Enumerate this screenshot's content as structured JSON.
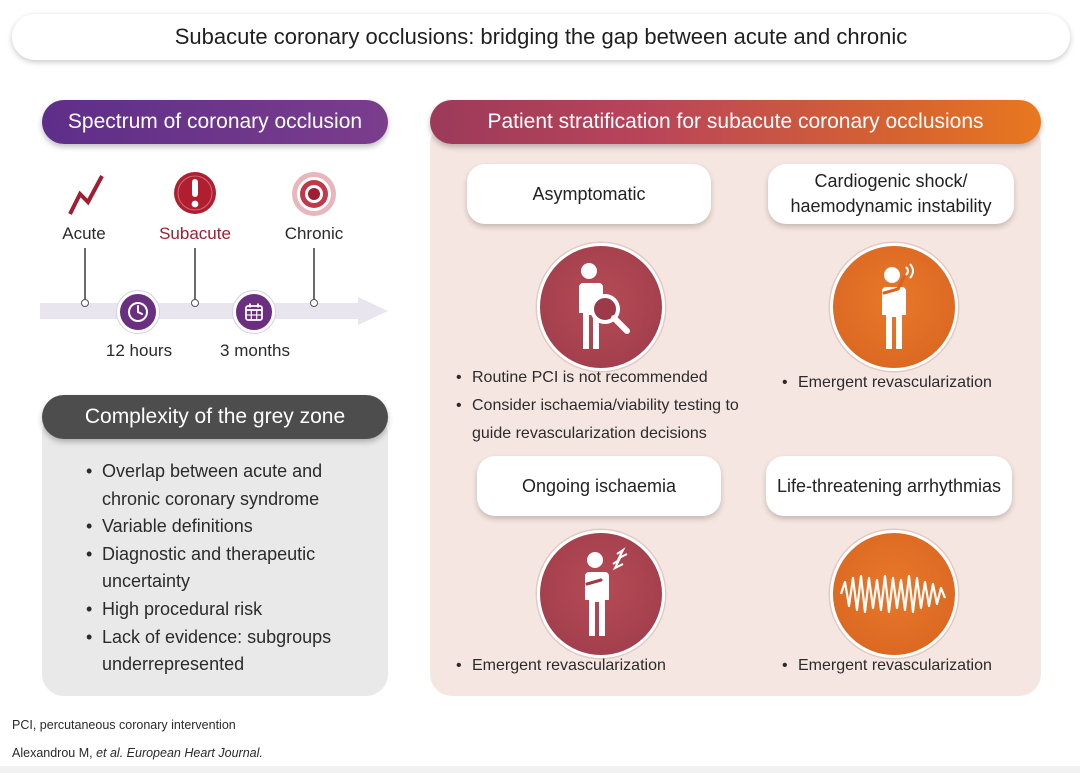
{
  "title": "Subacute coronary occlusions: bridging the gap between acute and chronic",
  "spectrum": {
    "heading": "Spectrum of coronary occlusion",
    "labels": {
      "acute": "Acute",
      "subacute": "Subacute",
      "chronic": "Chronic"
    },
    "timepoints": {
      "first": "12 hours",
      "second": "3 months"
    },
    "colors": {
      "acute": "#a11d32",
      "subacute": "#a11d32",
      "timeline": "#6b2f7f"
    }
  },
  "grey_zone": {
    "heading": "Complexity of the grey zone",
    "items": [
      "Overlap between acute and chronic coronary syndrome",
      "Variable definitions",
      "Diagnostic and therapeutic uncertainty",
      "High procedural risk",
      "Lack of evidence: subgroups underrepresented"
    ]
  },
  "stratification": {
    "heading": "Patient stratification for subacute coronary occlusions",
    "groups": [
      {
        "title": "Asymptomatic",
        "icon": "person-magnifier-icon",
        "bullets": [
          "Routine PCI is not recommended",
          "Consider ischaemia/viability testing to guide revascularization decisions"
        ]
      },
      {
        "title": "Cardiogenic shock/ haemodynamic instability",
        "icon": "person-shock-icon",
        "bullets": [
          "Emergent revascularization"
        ]
      },
      {
        "title": "Ongoing ischaemia",
        "icon": "person-chest-pain-icon",
        "bullets": [
          "Emergent revascularization"
        ]
      },
      {
        "title": "Life-threatening arrhythmias",
        "icon": "ecg-waveform-icon",
        "bullets": [
          "Emergent revascularization"
        ]
      }
    ]
  },
  "footer": {
    "abbr_term": "PCI",
    "abbr_def": ", percutaneous coronary intervention",
    "citation_author": "Alexandrou M, ",
    "citation_etal": "et al. European Heart Journal."
  }
}
